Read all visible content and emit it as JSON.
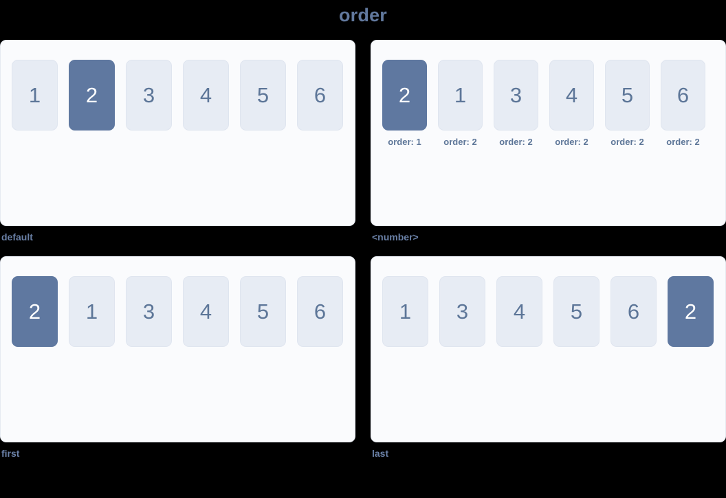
{
  "title": "order",
  "accent_color": "#5f78a0",
  "box_color": "#e7ecf4",
  "text_color": "#5d7698",
  "panel_bg": "#fafbfd",
  "page_bg": "#000000",
  "panels": [
    {
      "caption": "default",
      "show_notes": false,
      "items": [
        {
          "value": "1",
          "highlight": false,
          "note": ""
        },
        {
          "value": "2",
          "highlight": true,
          "note": ""
        },
        {
          "value": "3",
          "highlight": false,
          "note": ""
        },
        {
          "value": "4",
          "highlight": false,
          "note": ""
        },
        {
          "value": "5",
          "highlight": false,
          "note": ""
        },
        {
          "value": "6",
          "highlight": false,
          "note": ""
        }
      ]
    },
    {
      "caption": "<number>",
      "show_notes": true,
      "items": [
        {
          "value": "2",
          "highlight": true,
          "note": "order: 1"
        },
        {
          "value": "1",
          "highlight": false,
          "note": "order: 2"
        },
        {
          "value": "3",
          "highlight": false,
          "note": "order: 2"
        },
        {
          "value": "4",
          "highlight": false,
          "note": "order: 2"
        },
        {
          "value": "5",
          "highlight": false,
          "note": "order: 2"
        },
        {
          "value": "6",
          "highlight": false,
          "note": "order: 2"
        }
      ]
    },
    {
      "caption": "first",
      "show_notes": false,
      "items": [
        {
          "value": "2",
          "highlight": true,
          "note": ""
        },
        {
          "value": "1",
          "highlight": false,
          "note": ""
        },
        {
          "value": "3",
          "highlight": false,
          "note": ""
        },
        {
          "value": "4",
          "highlight": false,
          "note": ""
        },
        {
          "value": "5",
          "highlight": false,
          "note": ""
        },
        {
          "value": "6",
          "highlight": false,
          "note": ""
        }
      ]
    },
    {
      "caption": "last",
      "show_notes": false,
      "items": [
        {
          "value": "1",
          "highlight": false,
          "note": ""
        },
        {
          "value": "3",
          "highlight": false,
          "note": ""
        },
        {
          "value": "4",
          "highlight": false,
          "note": ""
        },
        {
          "value": "5",
          "highlight": false,
          "note": ""
        },
        {
          "value": "6",
          "highlight": false,
          "note": ""
        },
        {
          "value": "2",
          "highlight": true,
          "note": ""
        }
      ]
    }
  ]
}
